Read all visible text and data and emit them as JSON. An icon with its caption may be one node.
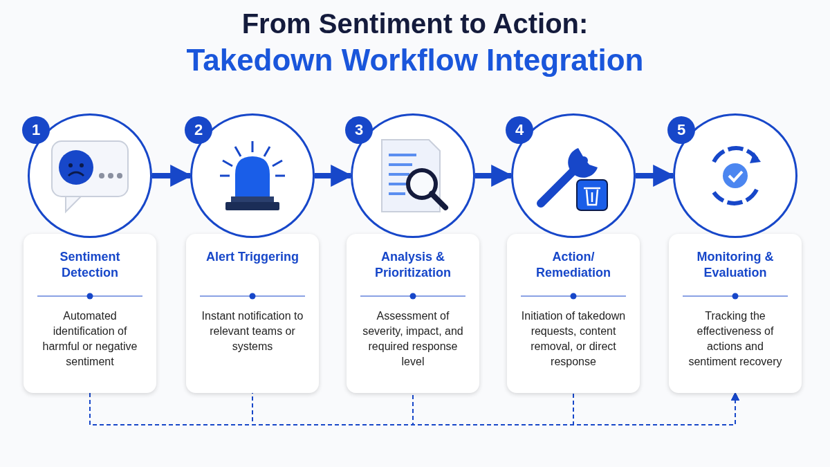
{
  "diagram": {
    "title": "From Sentiment to Action:",
    "nodes": [
      {
        "text": [
          "1"
        ]
      },
      {
        "text": [],
        "shape": "circle"
      },
      {
        "text": [
          "Sentiment Detection",
          "Automated identification of harmful or negative sentiment"
        ]
      },
      {
        "text": [
          "2"
        ]
      },
      {
        "text": [],
        "shape": "circle"
      },
      {
        "text": [
          "Alert Triggering",
          "Instant notification to relevant teams or systems"
        ]
      },
      {
        "text": [
          "3"
        ]
      },
      {
        "text": [],
        "shape": "circle"
      },
      {
        "text": [
          "Analysis & Prioritization",
          "Assessment of severity, impact, and required response level"
        ]
      },
      {
        "text": [
          "4"
        ]
      },
      {
        "text": [],
        "shape": "circle"
      },
      {
        "text": [
          "Action/ Remediation",
          "Initiation of takedown requests, content removal, or direct response"
        ]
      },
      {
        "text": [
          "5"
        ]
      },
      {
        "text": [],
        "shape": "circle"
      },
      {
        "text": [
          "Monitoring & Evaluation",
          "Tracking the effectiveness of actions and sentiment recovery"
        ]
      }
    ],
    "edges": [
      {
        "from": 1,
        "to": 4,
        "arrow": "to",
        "style": "thick"
      },
      {
        "from": 4,
        "to": 7,
        "arrow": "to",
        "style": "thick"
      },
      {
        "from": 7,
        "to": 10,
        "arrow": "to",
        "style": "thick"
      },
      {
        "from": 10,
        "to": 13,
        "arrow": "to",
        "style": "thick"
      },
      {
        "from": 2,
        "to": 14,
        "arrow": "to",
        "style": "dashed"
      },
      {
        "from": 5,
        "to": 14,
        "arrow": "to",
        "style": "dashed"
      },
      {
        "from": 8,
        "to": 14,
        "arrow": "to",
        "style": "dashed"
      },
      {
        "from": 11,
        "to": 14,
        "arrow": "to",
        "style": "dashed"
      }
    ],
    "labels": [
      "Takedown Workflow Integration"
    ]
  }
}
